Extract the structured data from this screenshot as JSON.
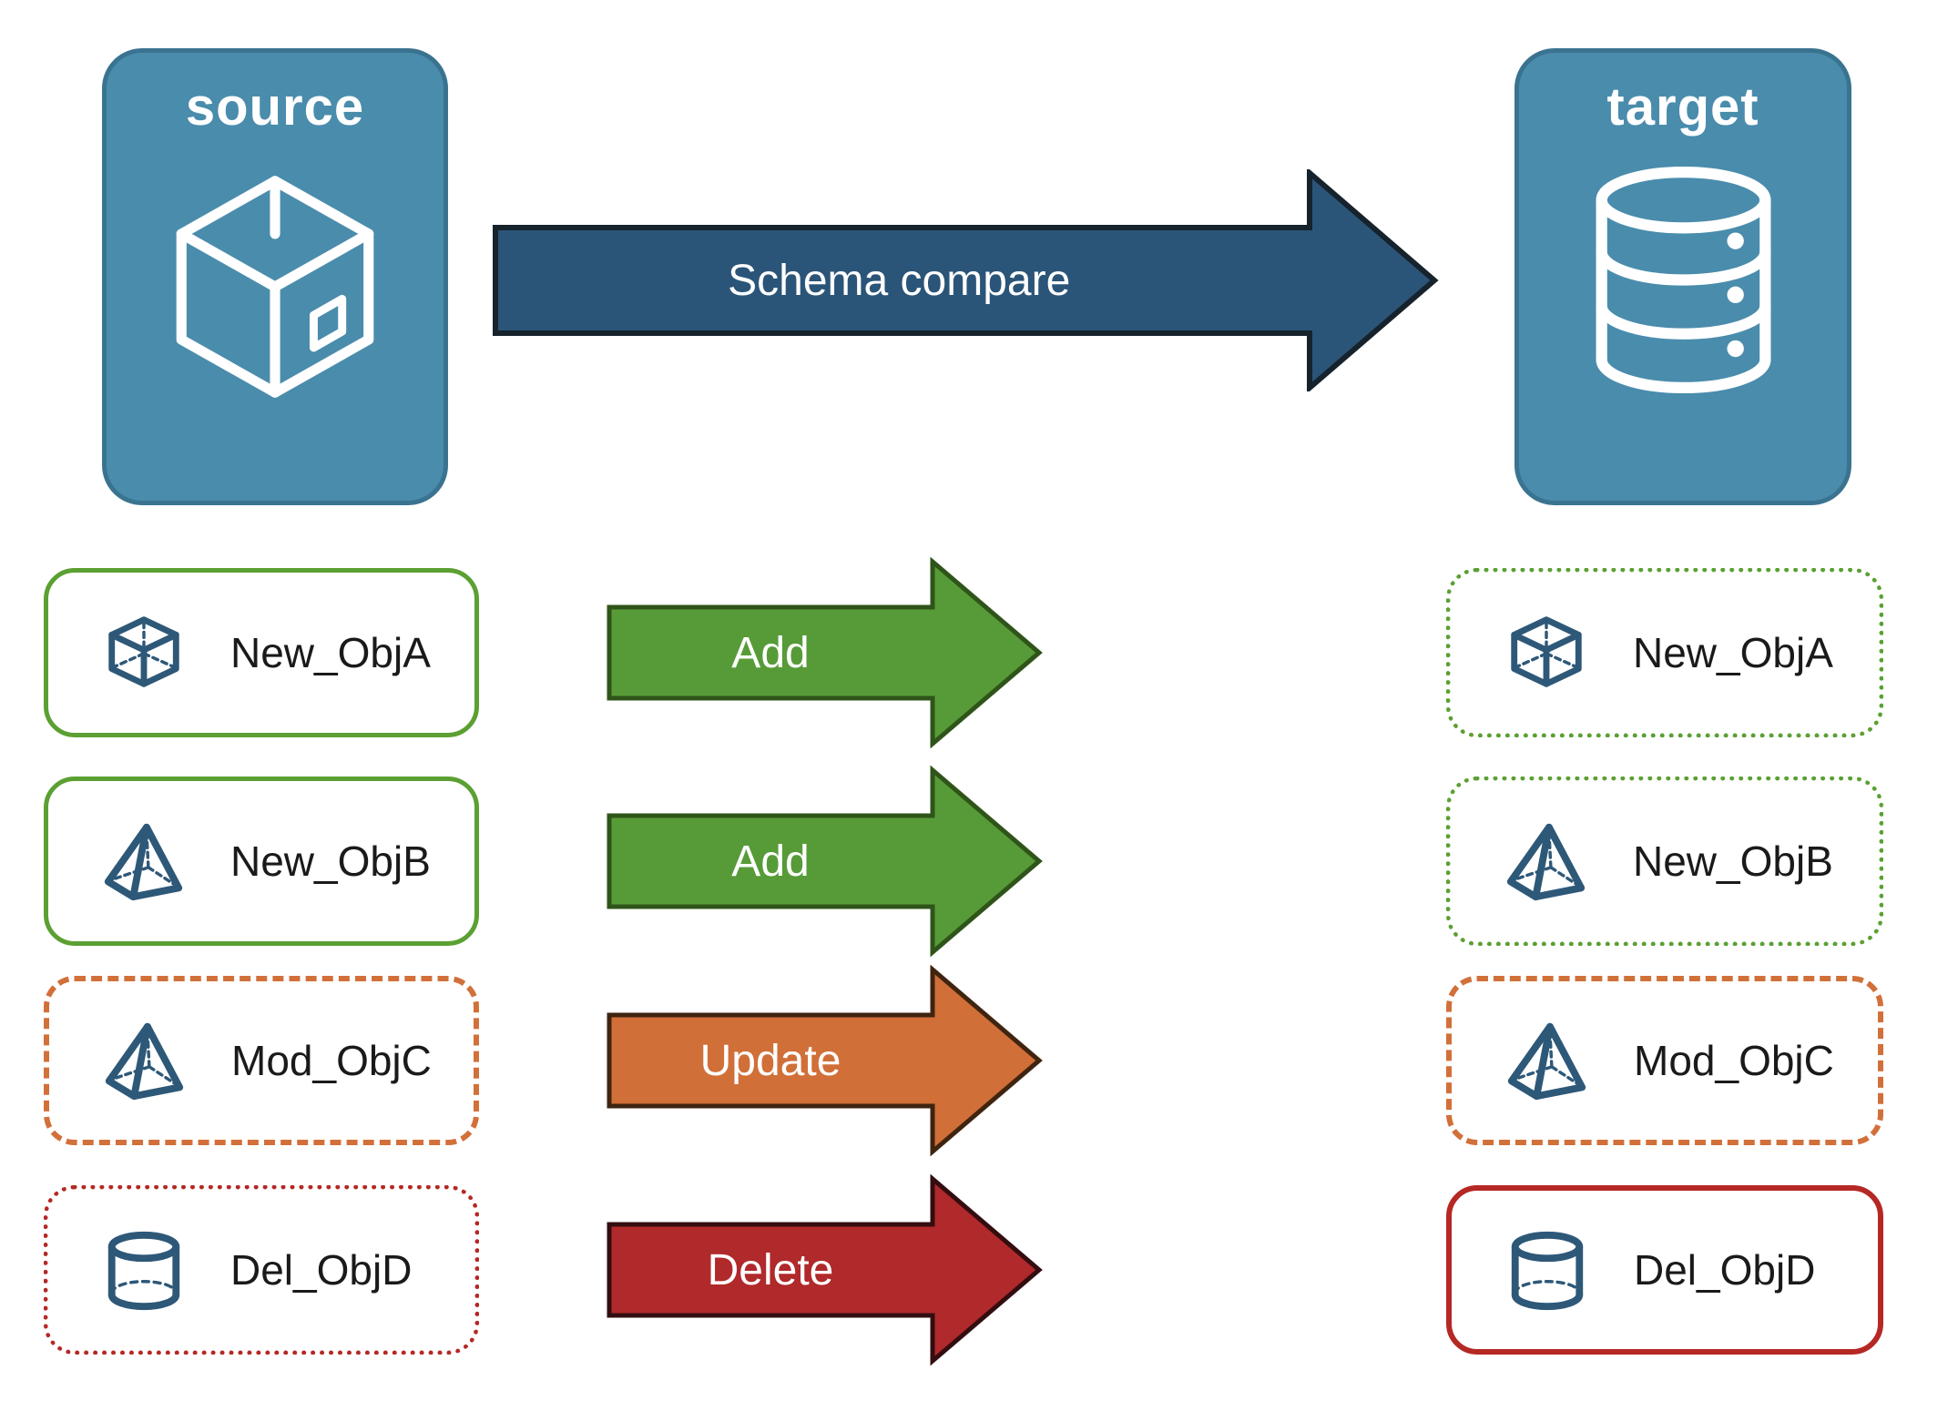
{
  "nodes": {
    "source": {
      "label": "source",
      "icon": "package-icon"
    },
    "target": {
      "label": "target",
      "icon": "database-icon"
    }
  },
  "main_arrow": {
    "label": "Schema compare",
    "fill": "#2B5578"
  },
  "rows": [
    {
      "object": "New_ObjA",
      "action": "Add",
      "icon": "cube-icon",
      "source_border": "solid-green",
      "target_border": "dotted-green",
      "arrow_fill": "#579B38",
      "border_color": "#5BA032"
    },
    {
      "object": "New_ObjB",
      "action": "Add",
      "icon": "pyramid-icon",
      "source_border": "solid-green",
      "target_border": "dotted-green",
      "arrow_fill": "#579B38",
      "border_color": "#5BA032"
    },
    {
      "object": "Mod_ObjC",
      "action": "Update",
      "icon": "pyramid-icon",
      "source_border": "dashed-orange",
      "target_border": "dashed-orange",
      "arrow_fill": "#D16F38",
      "border_color": "#D2703A"
    },
    {
      "object": "Del_ObjD",
      "action": "Delete",
      "icon": "cylinder-icon",
      "source_border": "dotted-red",
      "target_border": "solid-red",
      "arrow_fill": "#B0292B",
      "border_color": "#B52824"
    }
  ],
  "colors": {
    "node_fill": "#4A8CAC",
    "node_border": "#3A7390",
    "icon_on_node": "#FFFFFF",
    "object_icon": "#2E5878",
    "label_text": "#1A1A1A",
    "arrow_label_text": "#FFFFFF"
  }
}
